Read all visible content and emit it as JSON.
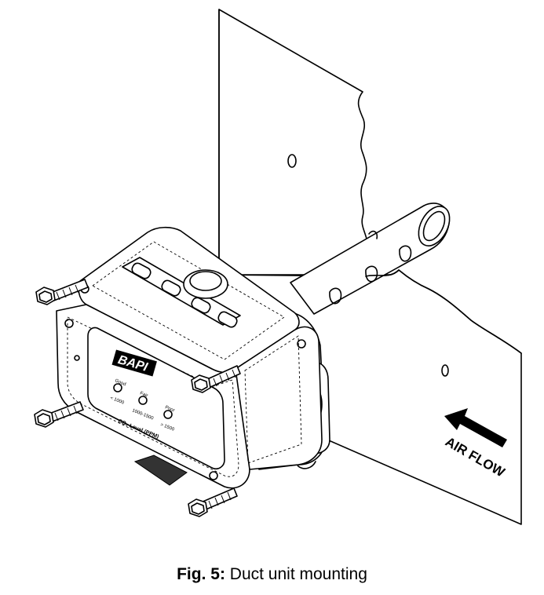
{
  "figure": {
    "caption_label": "Fig. 5:",
    "caption_text": " Duct unit mounting",
    "airflow_label": "AIR FLOW",
    "logo_text": "BAPI",
    "indicators": [
      {
        "title": "Good",
        "range": "< 1000"
      },
      {
        "title": "Fair",
        "range": "1000-1500"
      },
      {
        "title": "Poor",
        "range": "> 1500"
      }
    ],
    "co2_label": "CO₂ Level (PPM)"
  },
  "colors": {
    "line": "#000000",
    "background": "#ffffff",
    "gasket": "#333333"
  }
}
